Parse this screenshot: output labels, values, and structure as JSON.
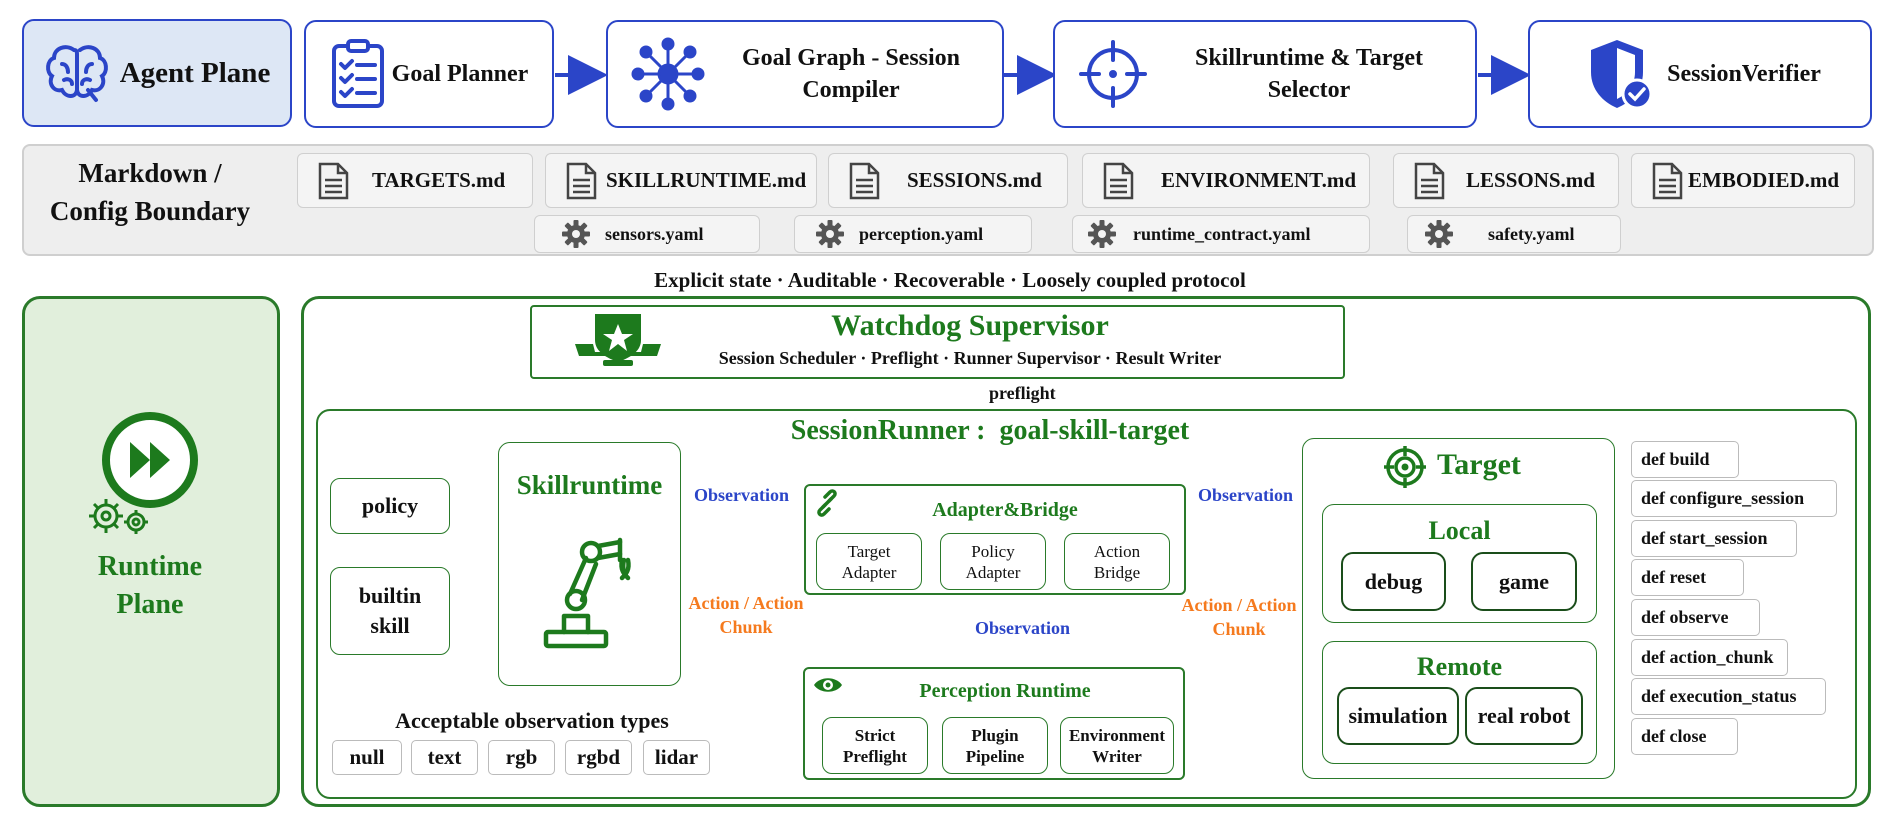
{
  "agent_plane": {
    "label": "Agent Plane",
    "goal_planner": "Goal Planner",
    "goal_graph": "Goal Graph - Session Compiler",
    "skill_selector": "Skillruntime & Target Selector",
    "verifier": "SessionVerifier"
  },
  "config": {
    "label": "Markdown / Config Boundary",
    "files": [
      "TARGETS.md",
      "SKILLRUNTIME.md",
      "SESSIONS.md",
      "ENVIRONMENT.md",
      "LESSONS.md",
      "EMBODIED.md"
    ],
    "yamls": [
      "sensors.yaml",
      "perception.yaml",
      "runtime_contract.yaml",
      "safety.yaml"
    ]
  },
  "tagline": "Explicit state · Auditable · Recoverable · Loosely coupled protocol",
  "runtime_plane": {
    "label": "Runtime Plane"
  },
  "watchdog": {
    "title": "Watchdog Supervisor",
    "subtitle": "Session Scheduler · Preflight · Runner Supervisor · Result Writer"
  },
  "preflight_label": "preflight",
  "session_runner": {
    "title": "SessionRunner :  goal-skill-target",
    "policy": "policy",
    "builtin": "builtin skill",
    "skillruntime": "Skillruntime",
    "obs_types_title": "Acceptable observation types",
    "obs_types": [
      "null",
      "text",
      "rgb",
      "rgbd",
      "lidar"
    ],
    "observation_label": "Observation",
    "action_label": "Action / Action Chunk",
    "adapter": {
      "title": "Adapter&Bridge",
      "items": [
        "Target Adapter",
        "Policy Adapter",
        "Action Bridge"
      ]
    },
    "perception": {
      "title": "Perception Runtime",
      "items": [
        "Strict Preflight",
        "Plugin Pipeline",
        "Environment Writer"
      ]
    },
    "target": {
      "title": "Target",
      "local_title": "Local",
      "local_items": [
        "debug",
        "game"
      ],
      "remote_title": "Remote",
      "remote_items": [
        "simulation",
        "real robot"
      ]
    }
  },
  "defs": [
    "def build",
    "def configure_session",
    "def start_session",
    "def reset",
    "def observe",
    "def action_chunk",
    "def execution_status",
    "def close"
  ],
  "colors": {
    "agent_blue": "#2b45c8",
    "runtime_green": "#1d7a1d",
    "action_orange": "#f57a1e",
    "observation_blue": "#2b45c8",
    "agent_fill": "#dde7f5",
    "runtime_fill": "#e1efdc"
  }
}
